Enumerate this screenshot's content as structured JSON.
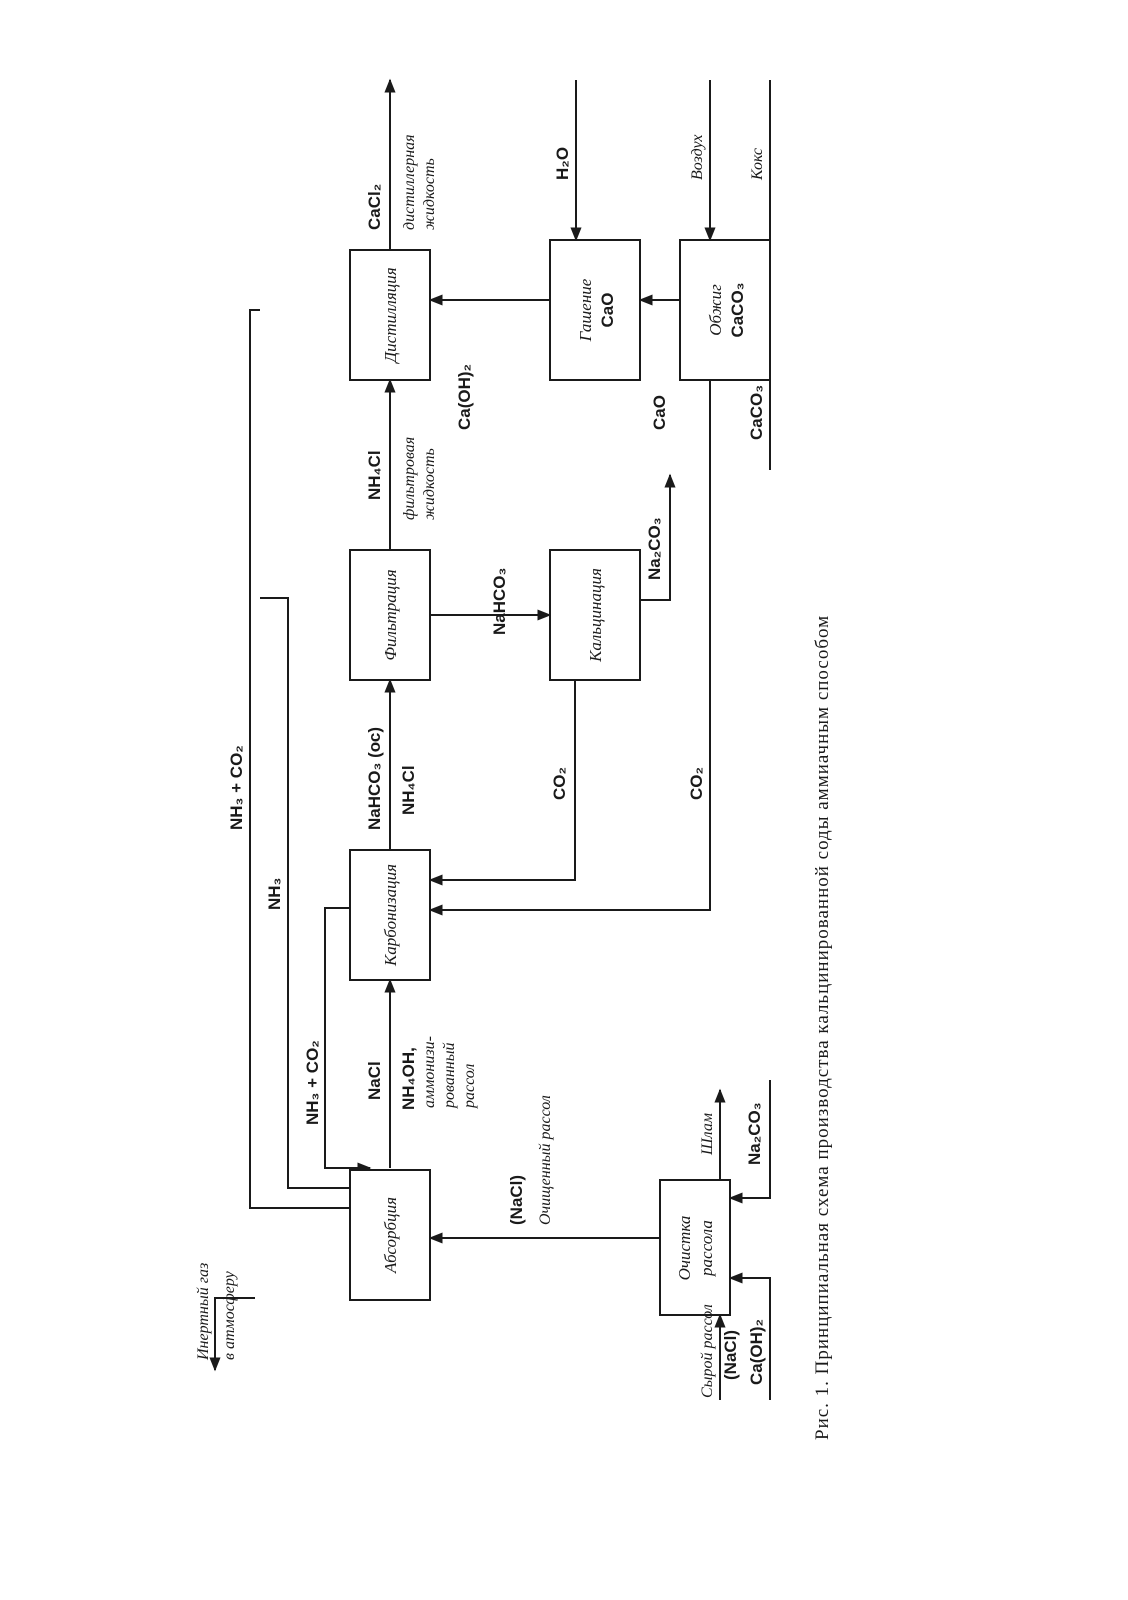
{
  "caption": "Рис. 1. Принципиальная схема производства кальцинированной соды аммиачным способом",
  "boxes": {
    "absorption": "Абсорбция",
    "carbonization": "Карбонизация",
    "filtration": "Фильтрация",
    "distillation": "Дистилляция",
    "brine_purification_1": "Очистка",
    "brine_purification_2": "рассола",
    "calcination": "Кальцинация",
    "slaking_1": "Гашение",
    "slaking_2": "CaO",
    "burning_1": "Обжиг",
    "burning_2": "CaCO₃"
  },
  "labels": {
    "inert_gas_1": "Инертный газ",
    "inert_gas_2": "в атмосферу",
    "raw_brine": "Сырой рассол",
    "raw_nacl": "(NaCl)",
    "raw_caoh2": "Ca(OH)₂",
    "purified_brine": "Очищенный рассол",
    "purified_nacl": "(NaCl)",
    "sludge": "Шлам",
    "na2co3_in": "Na₂CO₃",
    "nh3_co2_top": "NH₃ + CO₂",
    "nh3": "NH₃",
    "nh3_co2_recycle": "NH₃ + CO₂",
    "nacl": "NaCl",
    "nh4oh": "NH₄OH,",
    "ammoniated_1": "аммонизи-",
    "ammoniated_2": "рованный",
    "ammoniated_3": "рассол",
    "nahco3_oc": "NaHCO₃ (ос)",
    "nh4cl_1": "NH₄Cl",
    "co2_calc": "CO₂",
    "co2_kiln": "CO₂",
    "nahco3": "NaHCO₃",
    "na2co3_out": "Na₂CO₃",
    "nh4cl_2": "NH₄Cl",
    "filtrate_1": "фильтровая",
    "filtrate_2": "жидкость",
    "cacl2": "CaCl₂",
    "distiller_1": "дистиллерная",
    "distiller_2": "жидкость",
    "caoh2": "Ca(OH)₂",
    "cao": "CaO",
    "h2o": "H₂O",
    "air": "Воздух",
    "coke": "Кокс",
    "caco3": "CaCO₃"
  }
}
